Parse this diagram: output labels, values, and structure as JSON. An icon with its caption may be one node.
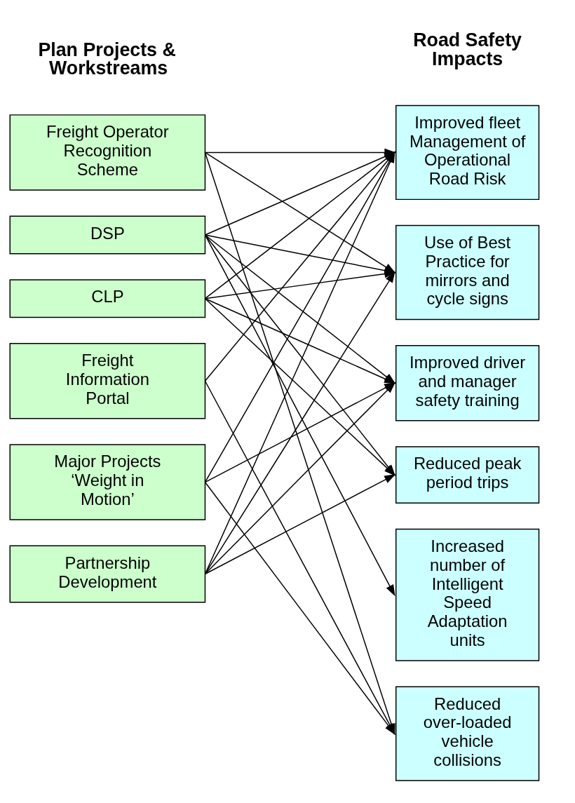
{
  "diagram": {
    "nodes": [
      {
        "text": [
          "Freight Operator Recognition Scheme"
        ]
      },
      {
        "text": [
          "DSP"
        ]
      },
      {
        "text": [
          "CLP"
        ]
      },
      {
        "text": [
          "Freight Information Portal"
        ]
      },
      {
        "text": [
          "Major Projects ‘Weight in Motion’"
        ]
      },
      {
        "text": [
          "Partnership Development"
        ]
      },
      {
        "text": [
          "Improved fleet Management of Operational Road Risk"
        ]
      },
      {
        "text": [
          "Use of Best Practice for mirrors and cycle signs"
        ]
      },
      {
        "text": [
          "Improved driver and manager safety training"
        ]
      },
      {
        "text": [
          "Reduced peak period trips"
        ]
      },
      {
        "text": [
          "Increased number of Intelligent Speed Adaptation units"
        ]
      },
      {
        "text": [
          "Reduced over-loaded vehicle collisions"
        ]
      }
    ],
    "edges": [
      {
        "from": 0,
        "to": 6,
        "arrow": "to"
      },
      {
        "from": 0,
        "to": 7,
        "arrow": "to"
      },
      {
        "from": 0,
        "to": 11,
        "arrow": "to"
      },
      {
        "from": 1,
        "to": 6,
        "arrow": "to"
      },
      {
        "from": 1,
        "to": 7,
        "arrow": "to"
      },
      {
        "from": 1,
        "to": 8,
        "arrow": "to"
      },
      {
        "from": 1,
        "to": 9,
        "arrow": "to"
      },
      {
        "from": 1,
        "to": 10,
        "arrow": "to"
      },
      {
        "from": 2,
        "to": 6,
        "arrow": "to"
      },
      {
        "from": 2,
        "to": 7,
        "arrow": "to"
      },
      {
        "from": 2,
        "to": 8,
        "arrow": "to"
      },
      {
        "from": 2,
        "to": 9,
        "arrow": "to"
      },
      {
        "from": 3,
        "to": 6,
        "arrow": "to"
      },
      {
        "from": 3,
        "to": 11,
        "arrow": "to"
      },
      {
        "from": 4,
        "to": 6,
        "arrow": "to"
      },
      {
        "from": 4,
        "to": 8,
        "arrow": "to"
      },
      {
        "from": 4,
        "to": 11,
        "arrow": "to"
      },
      {
        "from": 5,
        "to": 6,
        "arrow": "to"
      },
      {
        "from": 5,
        "to": 7,
        "arrow": "to"
      },
      {
        "from": 5,
        "to": 8,
        "arrow": "to"
      },
      {
        "from": 5,
        "to": 9,
        "arrow": "to"
      }
    ],
    "labels": [
      "Road Safety Impacts",
      "Plan Projects & Workstreams"
    ]
  }
}
